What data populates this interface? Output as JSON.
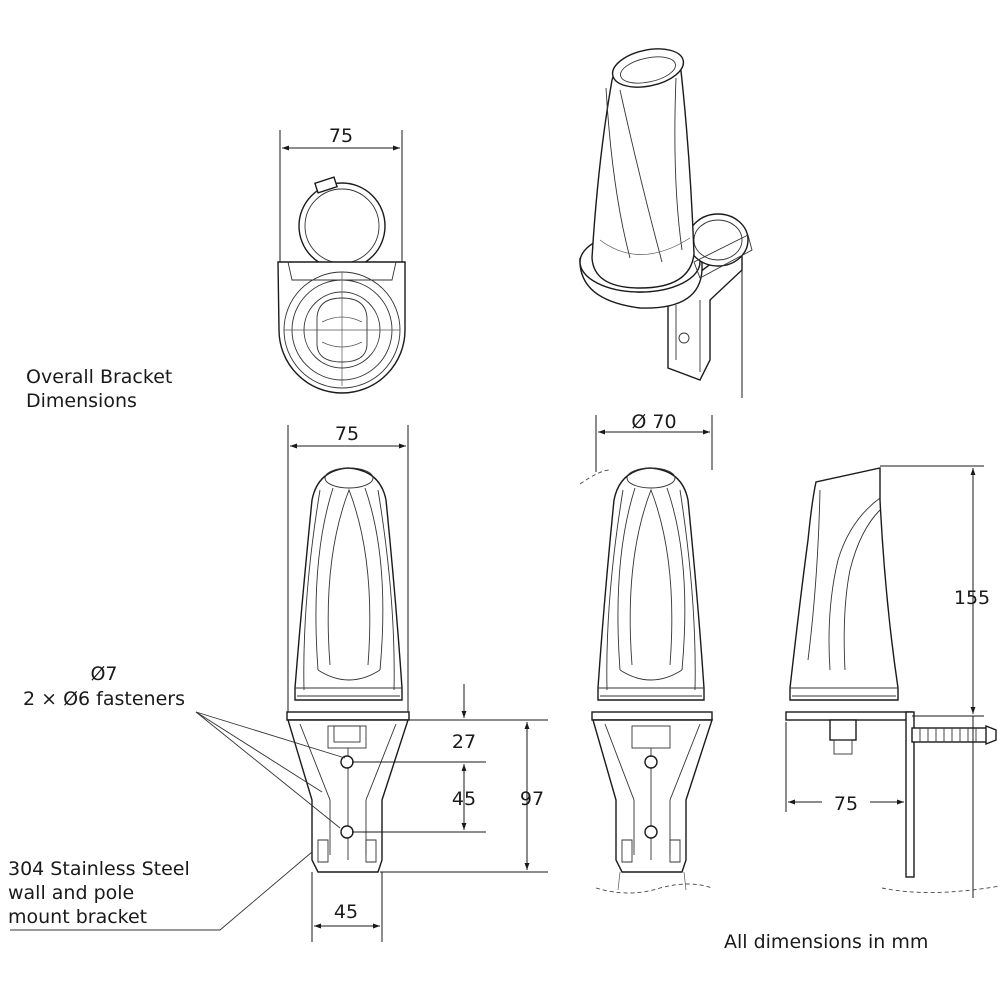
{
  "dimensions": {
    "top_width": "75",
    "front_width": "75",
    "diameter": "Ø 70",
    "height": "155",
    "offset_27": "27",
    "spacing_45": "45",
    "bracket_97": "97",
    "bracket_base_45": "45",
    "side_depth": "75"
  },
  "callouts": {
    "hole_1": "Ø7",
    "hole_2": "2 × Ø6 fasteners",
    "material_1": "304 Stainless Steel",
    "material_2": "wall and pole",
    "material_3": "mount bracket"
  },
  "labels": {
    "overall_1": "Overall Bracket",
    "overall_2": "Dimensions",
    "units": "All dimensions in mm"
  }
}
